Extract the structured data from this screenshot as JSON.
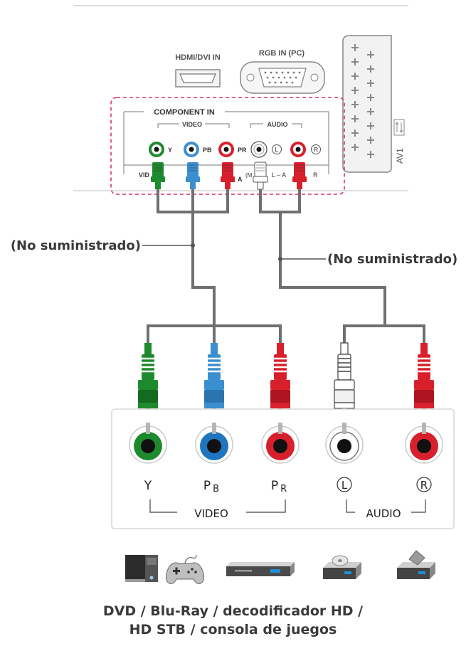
{
  "tv_panel": {
    "hdmi_label": "HDMI/DVI IN",
    "rgb_label": "RGB IN (PC)",
    "component_title": "COMPONENT IN",
    "video_group": "VIDEO",
    "audio_group": "AUDIO",
    "jack_y": "Y",
    "jack_pb": "PB",
    "jack_pr": "PR",
    "jack_l": "L",
    "jack_r": "R",
    "partial_video": "VID",
    "partial_a": "A",
    "partial_m": "(M",
    "partial_la": "L – A",
    "partial_r": "R",
    "scart_label": "AV1"
  },
  "cable_labels": {
    "left": "(No suministrado)",
    "right": "(No suministrado)"
  },
  "device_panel": {
    "y": "Y",
    "pb": "P",
    "pb_sub": "B",
    "pr": "P",
    "pr_sub": "R",
    "l": "L",
    "r": "R",
    "video_group": "VIDEO",
    "audio_group": "AUDIO"
  },
  "devices": [
    "pc-tower",
    "game-controller",
    "dvd-player",
    "bluray-player",
    "set-top-box"
  ],
  "caption": {
    "line1": "DVD / Blu-Ray / decodificador HD /",
    "line2": "HD STB / consola de juegos"
  },
  "colors": {
    "green": "#1e8a2e",
    "blue": "#3a8fd0",
    "red": "#d8202c",
    "white": "#ffffff",
    "cable": "#707070",
    "dashed": "#d8336a",
    "label_dark": "#3a3a3a"
  }
}
